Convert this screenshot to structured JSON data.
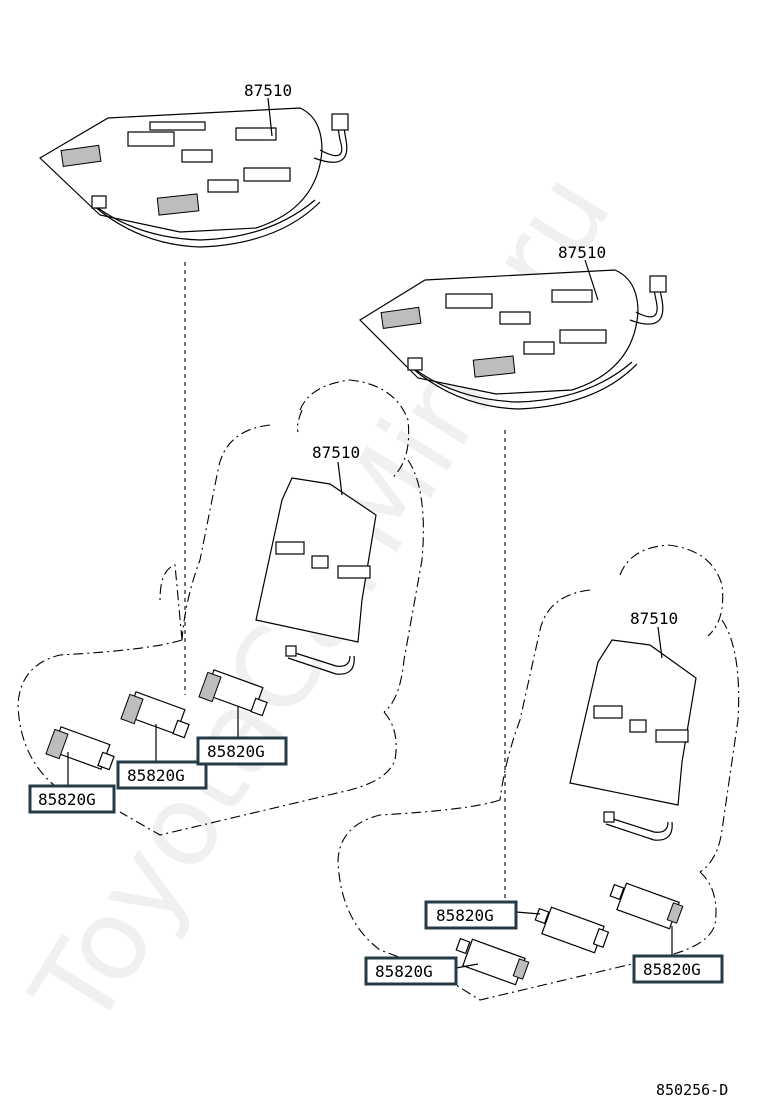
{
  "watermark": "ToyotaCarMine.ru",
  "figure_number": "850256-D",
  "parts": {
    "heater_element": "87510",
    "seat_heater_switch": "85820G"
  }
}
